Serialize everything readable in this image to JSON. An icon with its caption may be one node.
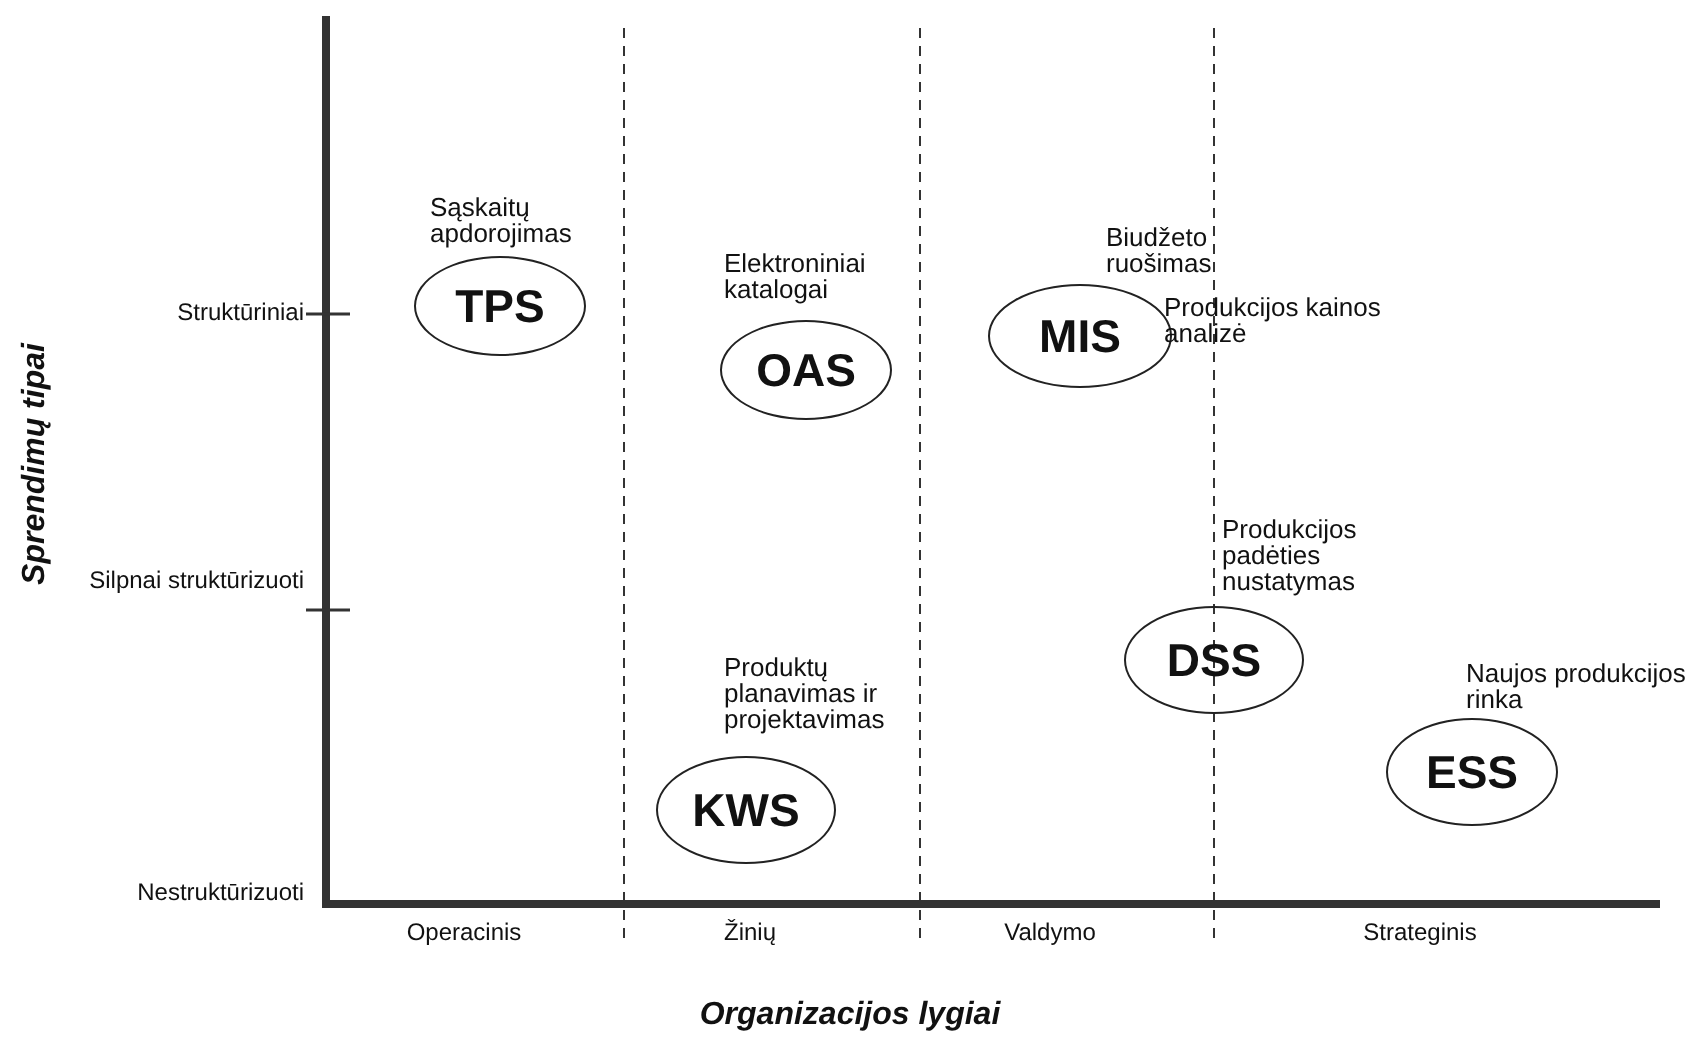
{
  "diagram": {
    "nodes": [
      {
        "text": [
          "TPS"
        ],
        "beside": [
          "Sąskaitų apdorojimas"
        ]
      },
      {
        "text": [
          "OAS"
        ],
        "beside": [
          "Elektroniniai katalogai"
        ]
      },
      {
        "text": [
          "MIS"
        ],
        "beside": [
          "Biudžeto ruošimas",
          "Produkcijos kainos analizė"
        ]
      },
      {
        "text": [
          "DSS"
        ],
        "beside": [
          "Produkcijos padėties nustatymas"
        ]
      },
      {
        "text": [
          "KWS"
        ],
        "beside": [
          "Produktų planavimas ir projektavimas"
        ]
      },
      {
        "text": [
          "ESS"
        ],
        "beside": [
          "Naujos produkcijos rinka"
        ]
      }
    ],
    "edges": [],
    "labels": [
      "Sprendimų tipai",
      "Struktūriniai",
      "Silpnai struktūrizuoti",
      "Nestruktūrizuoti",
      "Operacinis",
      "Žinių",
      "Valdymo",
      "Strateginis",
      "Organizacijos lygiai"
    ]
  }
}
